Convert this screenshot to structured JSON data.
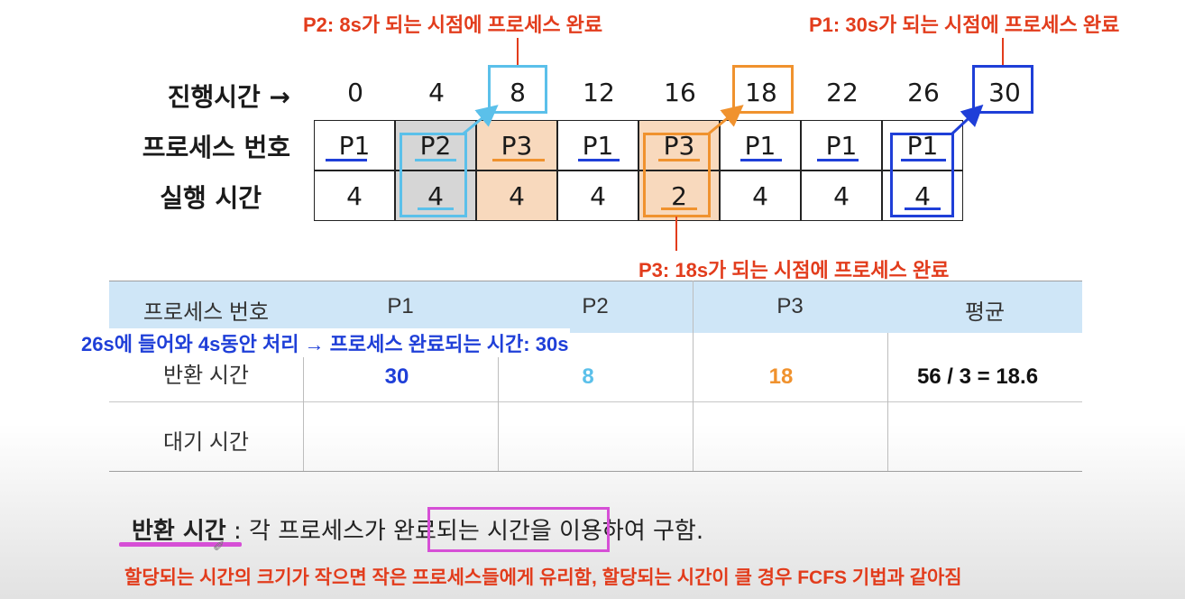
{
  "gantt": {
    "row_labels": {
      "time": "진행시간 →",
      "process": "프로세스 번호",
      "exec": "실행 시간"
    },
    "ticks": [
      "0",
      "4",
      "8",
      "12",
      "16",
      "18",
      "22",
      "26",
      "30"
    ],
    "processes": [
      "P1",
      "P2",
      "P3",
      "P1",
      "P3",
      "P1",
      "P1",
      "P1"
    ],
    "exec_times": [
      "4",
      "4",
      "4",
      "4",
      "2",
      "4",
      "4",
      "4"
    ]
  },
  "annotations": {
    "p2_done": "P2: 8s가 되는 시점에 프로세스 완료",
    "p1_done": "P1: 30s가 되는 시점에 프로세스 완료",
    "p3_done": "P3: 18s가 되는 시점에 프로세스 완료",
    "p1_note": "26s에 들어와 4s동안 처리 → 프로세스 완료되는 시간: 30s"
  },
  "table": {
    "headers": [
      "프로세스 번호",
      "P1",
      "P2",
      "P3",
      "평균"
    ],
    "rows": [
      {
        "label": "반환 시간",
        "values": [
          "30",
          "8",
          "18",
          "56 / 3 = 18.6"
        ]
      },
      {
        "label": "대기 시간",
        "values": [
          "",
          "",
          "",
          ""
        ]
      }
    ]
  },
  "footer": {
    "term": "반환 시간",
    "definition_pre": " : 각 프로세스가 ",
    "definition_boxed": "완료되는 시간",
    "definition_post": "을 이용하여 구함.",
    "note": "할당되는 시간의 크기가 작으면 작은 프로세스들에게 유리함, 할당되는 시간이 클 경우 FCFS 기법과 같아짐"
  },
  "colors": {
    "red": "#e23c1c",
    "p1": "#1f3fd8",
    "p2": "#5bc0ea",
    "p3": "#f0922e",
    "header_bg": "#cfe6f7",
    "p2_cell": "#d6d6d6",
    "p3_cell": "#f8d9bd",
    "pink": "#d64fd6"
  }
}
